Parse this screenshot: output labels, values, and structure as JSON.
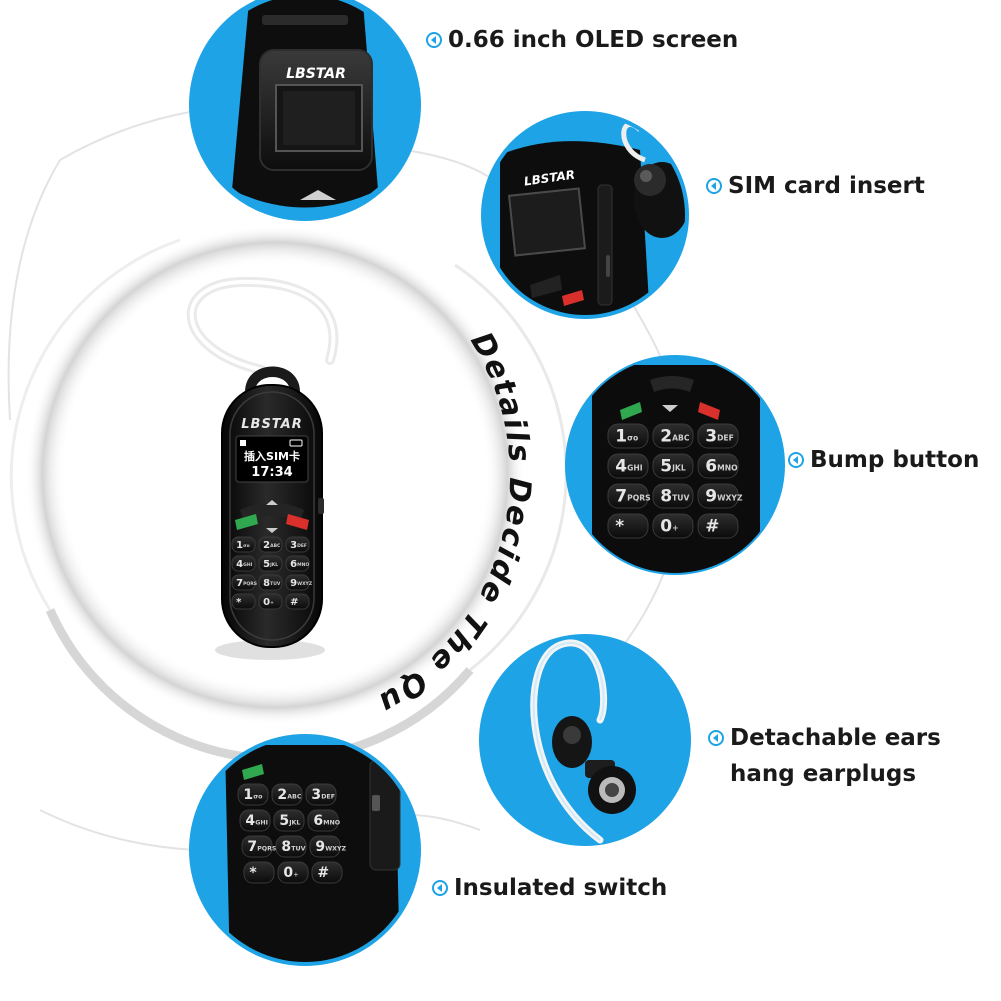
{
  "brand": {
    "name": "LBSTAR"
  },
  "slogan": {
    "text": "Details Decide The Quality"
  },
  "features": [
    {
      "id": "oled",
      "lines": [
        "0.66 inch OLED screen"
      ]
    },
    {
      "id": "sim",
      "lines": [
        "SIM card insert"
      ]
    },
    {
      "id": "bump",
      "lines": [
        "Bump button"
      ]
    },
    {
      "id": "ears",
      "lines": [
        "Detachable ears",
        "hang earplugs"
      ]
    },
    {
      "id": "switch",
      "lines": [
        "Insulated switch"
      ]
    }
  ],
  "phone_screen": {
    "line1": "插入SIM卡",
    "time": "17:34"
  },
  "keypad": {
    "keys": [
      {
        "digit": "1",
        "letters": "σο"
      },
      {
        "digit": "2",
        "letters": "ABC"
      },
      {
        "digit": "3",
        "letters": "DEF"
      },
      {
        "digit": "4",
        "letters": "GHI"
      },
      {
        "digit": "5",
        "letters": "JKL"
      },
      {
        "digit": "6",
        "letters": "MNO"
      },
      {
        "digit": "7",
        "letters": "PQRS"
      },
      {
        "digit": "8",
        "letters": "TUV"
      },
      {
        "digit": "9",
        "letters": "WXYZ"
      },
      {
        "digit": "*",
        "letters": ""
      },
      {
        "digit": "0",
        "letters": "+"
      },
      {
        "digit": "#",
        "letters": ""
      }
    ]
  },
  "colors": {
    "accent_blue": "#1ea3e6",
    "phone_black": "#111111",
    "label_text": "#1a1a1a",
    "call_green": "#2fa84f",
    "end_red": "#d9302c",
    "ring_grey": "#d8d8d8"
  },
  "icons": {
    "bullet": "circle-arrow-left-icon"
  }
}
